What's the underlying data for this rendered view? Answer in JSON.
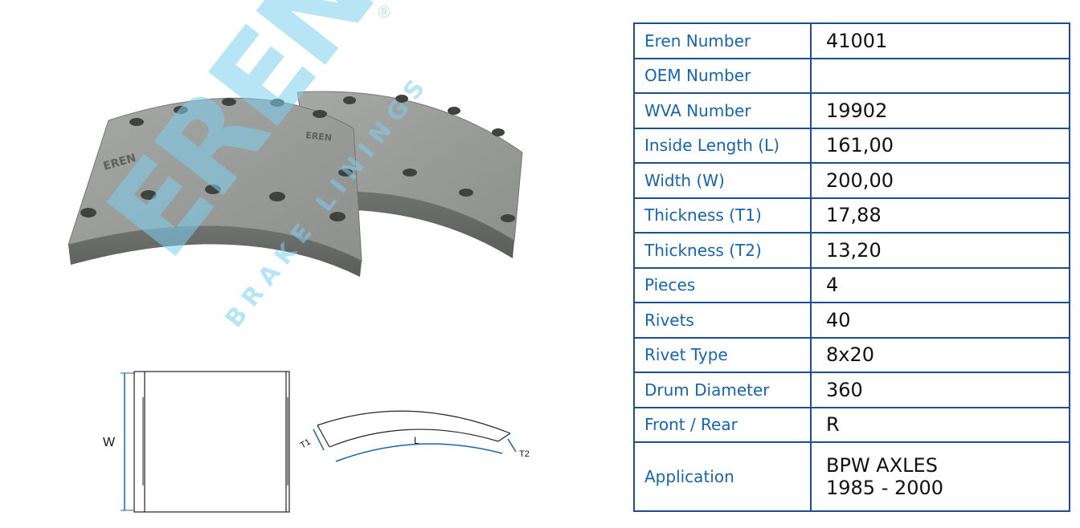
{
  "brand": {
    "watermark_text": "EREN",
    "watermark_sub": "BRAKE LININGS",
    "registered_mark": "®",
    "lining_print": "EREN",
    "accent_color": "#1565b0",
    "watermark_color": "#9fd9f0"
  },
  "product_photo": {
    "icon": "brake-lining-photo"
  },
  "drawings": {
    "width_label": "W",
    "length_label": "L",
    "t1_label": "T1",
    "t2_label": "T2"
  },
  "spec": {
    "rows": [
      {
        "label": "Eren Number",
        "value": "41001"
      },
      {
        "label": "OEM Number",
        "value": ""
      },
      {
        "label": "WVA Number",
        "value": "19902"
      },
      {
        "label": "Inside Length (L)",
        "value": "161,00"
      },
      {
        "label": "Width (W)",
        "value": "200,00"
      },
      {
        "label": "Thickness (T1)",
        "value": "17,88"
      },
      {
        "label": "Thickness (T2)",
        "value": "13,20"
      },
      {
        "label": "Pieces",
        "value": "4"
      },
      {
        "label": "Rivets",
        "value": "40"
      },
      {
        "label": "Rivet Type",
        "value": "8x20"
      },
      {
        "label": "Drum Diameter",
        "value": "360"
      },
      {
        "label": "Front / Rear",
        "value": "R"
      }
    ],
    "application": {
      "label": "Application",
      "line1": "BPW AXLES",
      "line2": "1985 - 2000"
    }
  }
}
